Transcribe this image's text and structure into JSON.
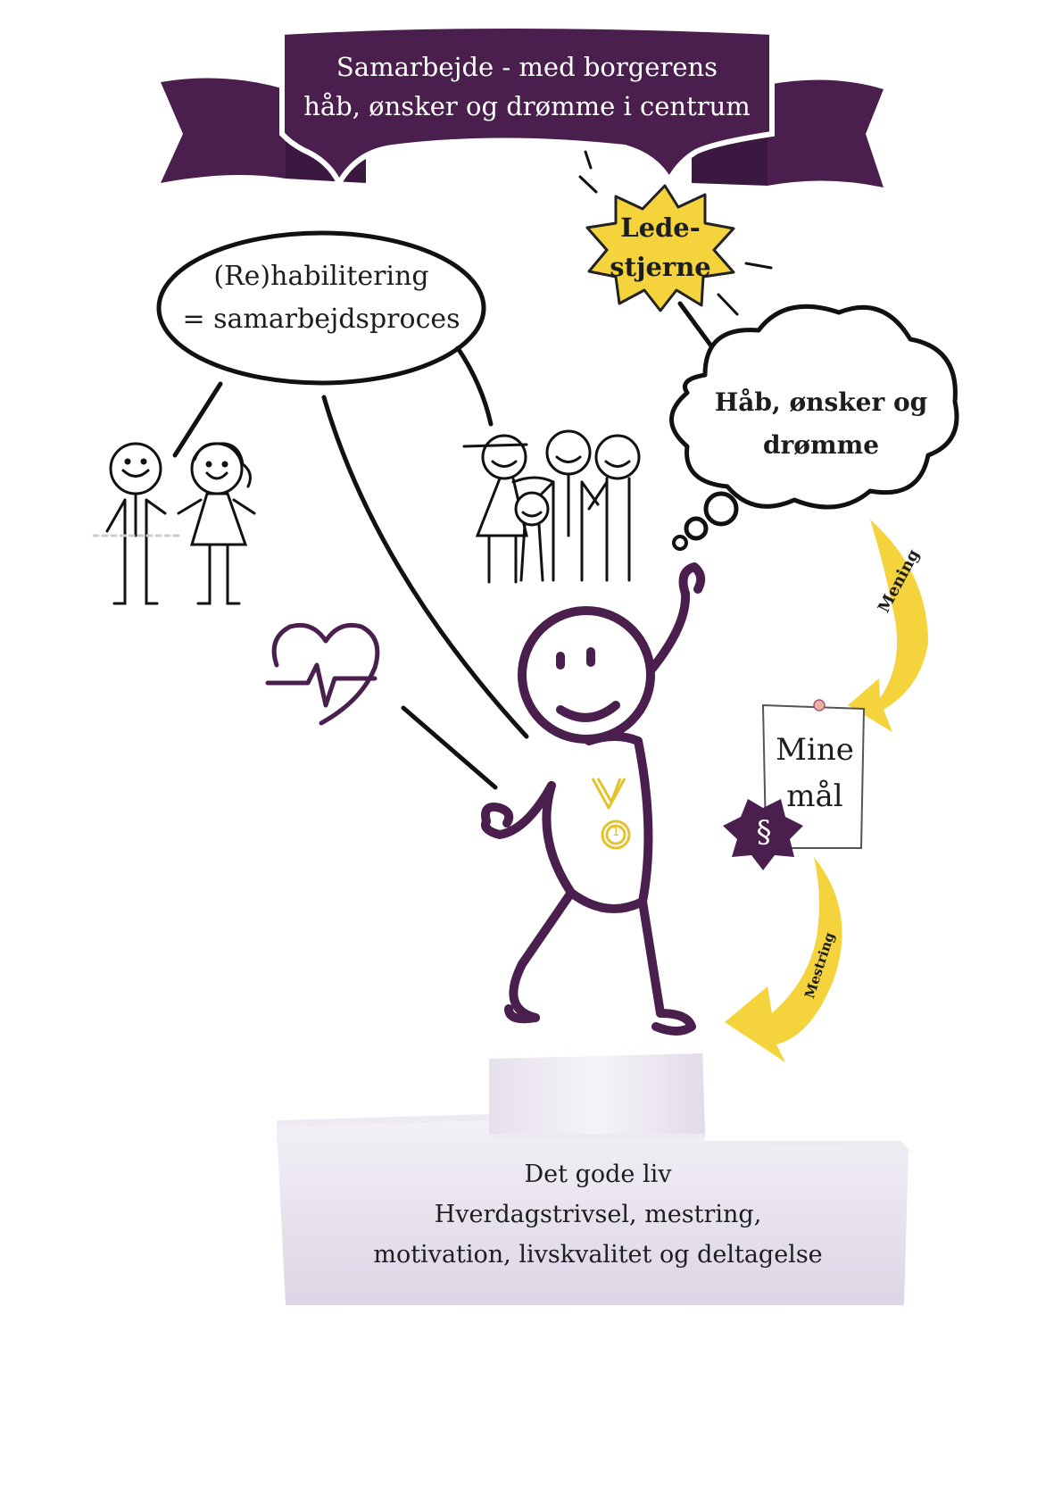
{
  "banner": {
    "line1": "Samarbejde - med borgerens",
    "line2": "håb, ønsker og drømme i centrum"
  },
  "ellipse": {
    "line1": "(Re)habilitering",
    "line2": "= samarbejdsproces"
  },
  "star": {
    "line1": "Lede-",
    "line2": "stjerne"
  },
  "cloud": {
    "line1": "Håb, ønsker og",
    "line2": "drømme"
  },
  "arrow_top": {
    "label": "Mening"
  },
  "arrow_bottom": {
    "label": "Mestring"
  },
  "note": {
    "line1": "Mine",
    "line2": "mål"
  },
  "badge": {
    "symbol": "§"
  },
  "medal": {
    "number": "1"
  },
  "podium": {
    "line1": "Det gode liv",
    "line2": "Hverdagstrivsel, mestring,",
    "line3": "motivation, livskvalitet og deltagelse"
  },
  "colors": {
    "purple": "#4a1f4d",
    "yellow": "#f4d33c",
    "gold": "#e3c22b",
    "podium": "#e9e4ee",
    "ink": "#1a1a1a"
  },
  "icons": [
    "heart-pulse-icon",
    "medal-icon",
    "paragraph-badge-icon",
    "cloud-icon",
    "star-burst-icon"
  ]
}
